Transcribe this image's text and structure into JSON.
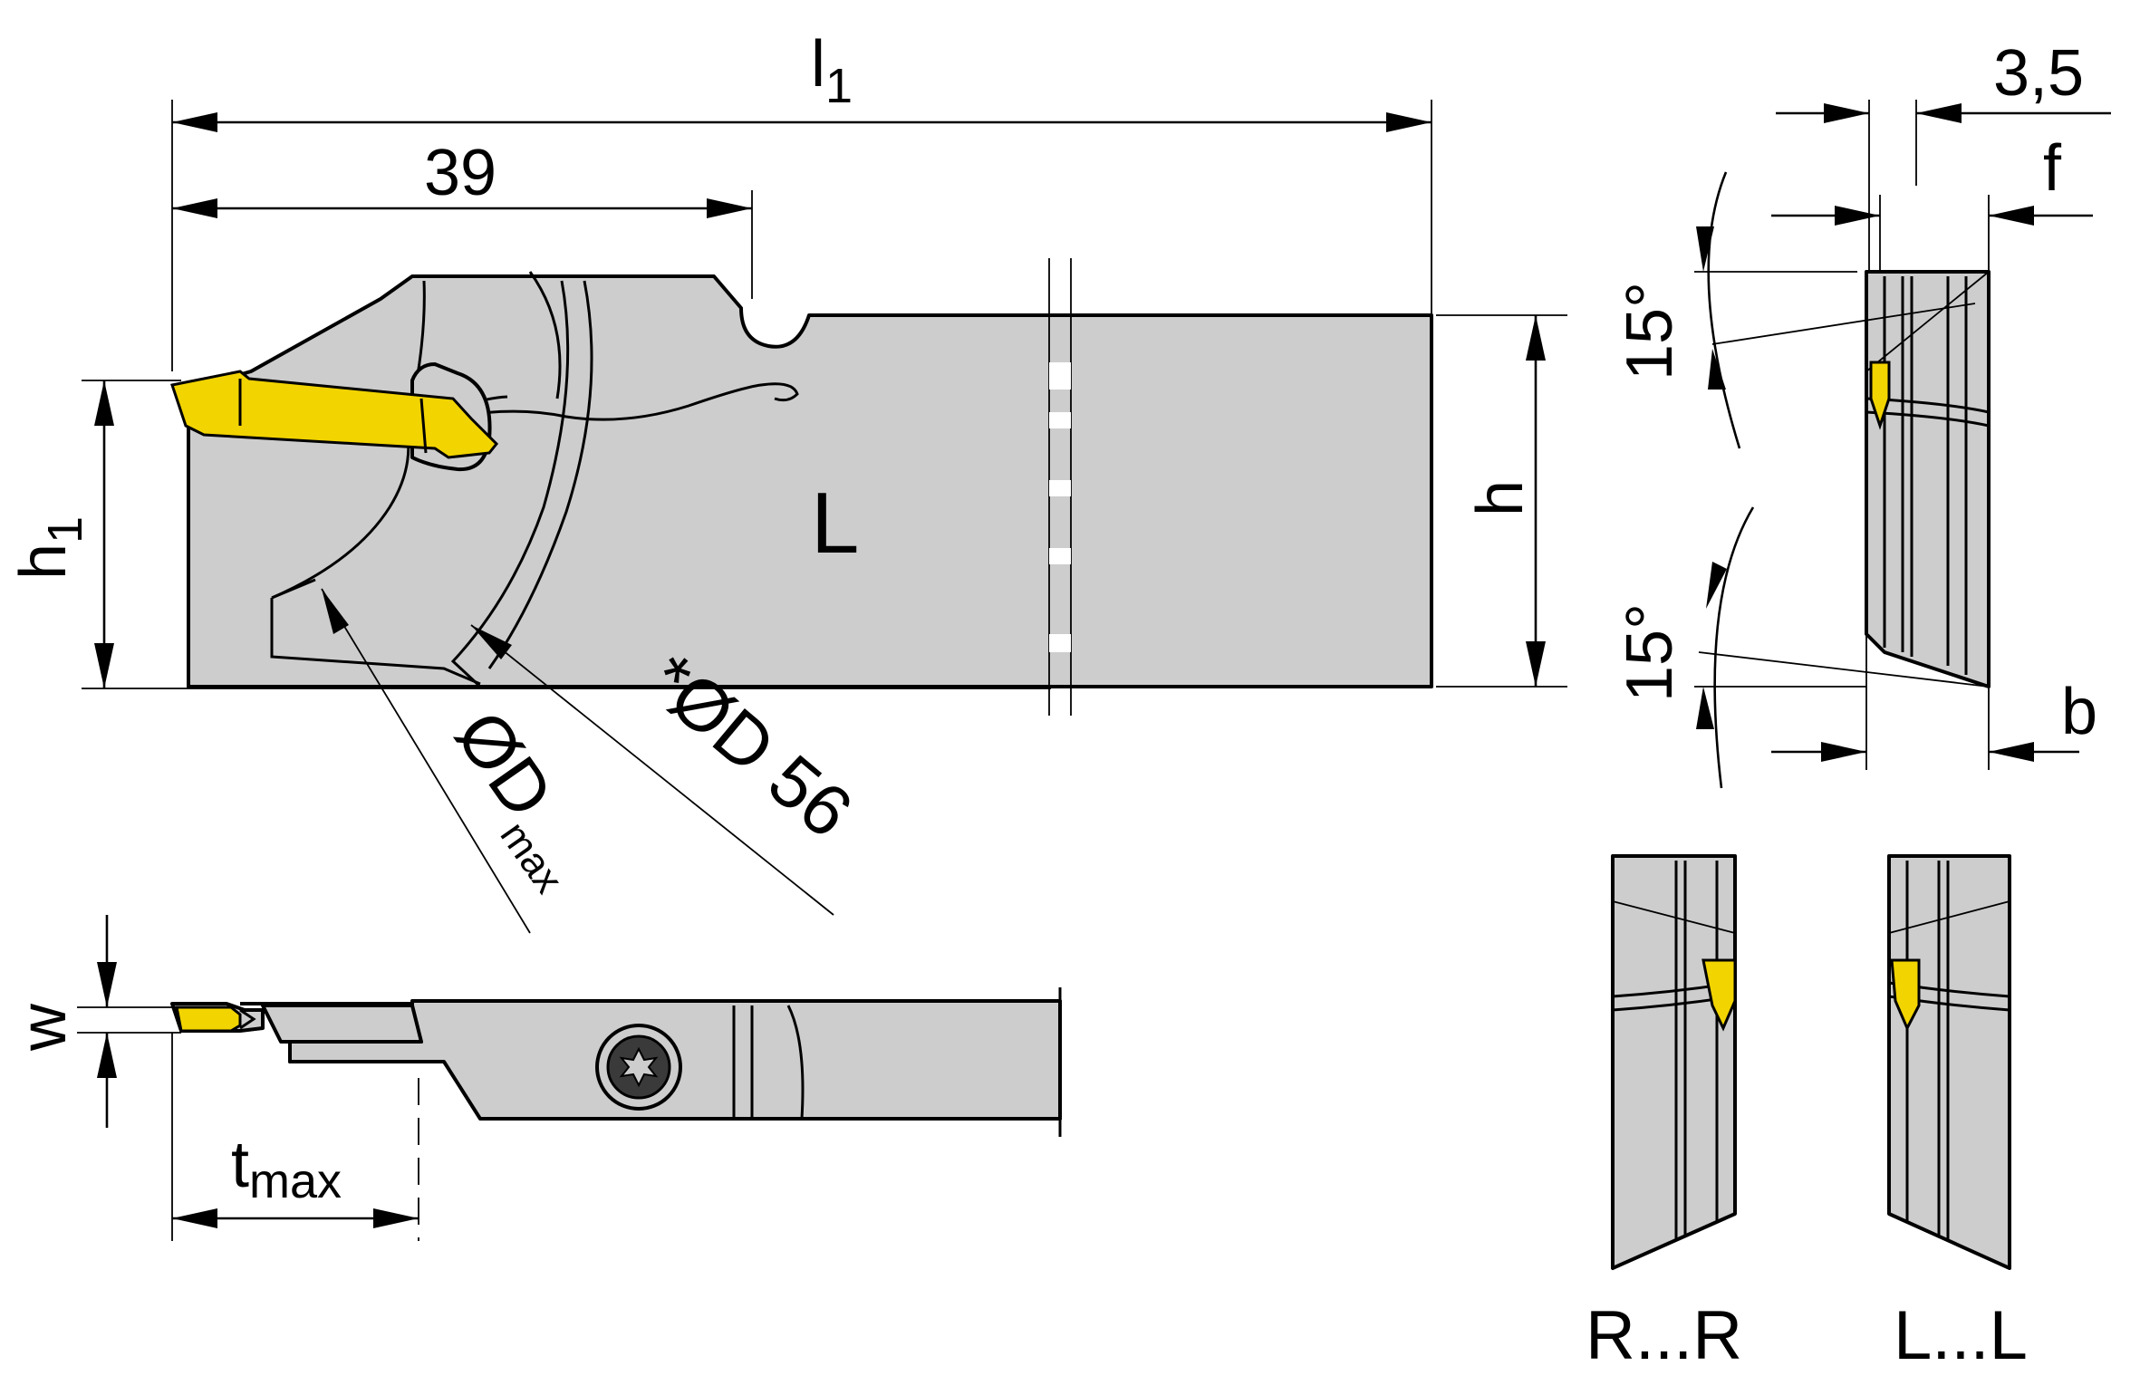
{
  "colors": {
    "body": "#cdcdcd",
    "insert": "#f2d400",
    "line": "#000000",
    "background": "#ffffff"
  },
  "labels": {
    "l1": "l",
    "l1_sub": "1",
    "dim_39": "39",
    "h1": "h",
    "h1_sub": "1",
    "hand": "L",
    "h": "h",
    "dmax": "ØD",
    "dmax_sub": "max",
    "d56": "*ØD 56",
    "w": "w",
    "tmax": "t",
    "tmax_sub": "max",
    "dim_3_5": "3,5",
    "f": "f",
    "angle_top": "15°",
    "angle_bottom": "15°",
    "b": "b",
    "variant_right": "R...R",
    "variant_left": "L...L"
  },
  "icons": [
    "torx-screw-icon"
  ]
}
